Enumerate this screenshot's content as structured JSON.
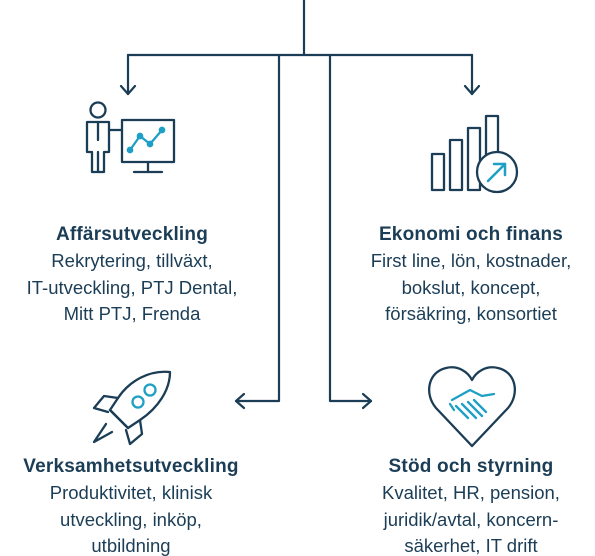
{
  "colors": {
    "ink": "#1b3d56",
    "accent": "#1e9fc5"
  },
  "sections": {
    "affarsutveckling": {
      "icon": "presenter-chart-icon",
      "title": "Affärsutveckling",
      "lines": [
        "Rekrytering, tillväxt,",
        "IT-utveckling, PTJ Dental,",
        "Mitt PTJ, Frenda"
      ]
    },
    "ekonomi": {
      "icon": "bar-chart-growth-icon",
      "title": "Ekonomi och finans",
      "lines": [
        "First line, lön, kostnader,",
        "bokslut, koncept,",
        "försäkring, konsortiet"
      ]
    },
    "verksamhet": {
      "icon": "rocket-icon",
      "title": "Verksamhetsutveckling",
      "lines": [
        "Produktivitet, klinisk",
        "utveckling, inköp,",
        "utbildning"
      ]
    },
    "stod": {
      "icon": "handshake-heart-icon",
      "title": "Stöd och styrning",
      "lines": [
        "Kvalitet, HR, pension,",
        "juridik/avtal, koncern-",
        "säkerhet, IT drift"
      ]
    }
  }
}
